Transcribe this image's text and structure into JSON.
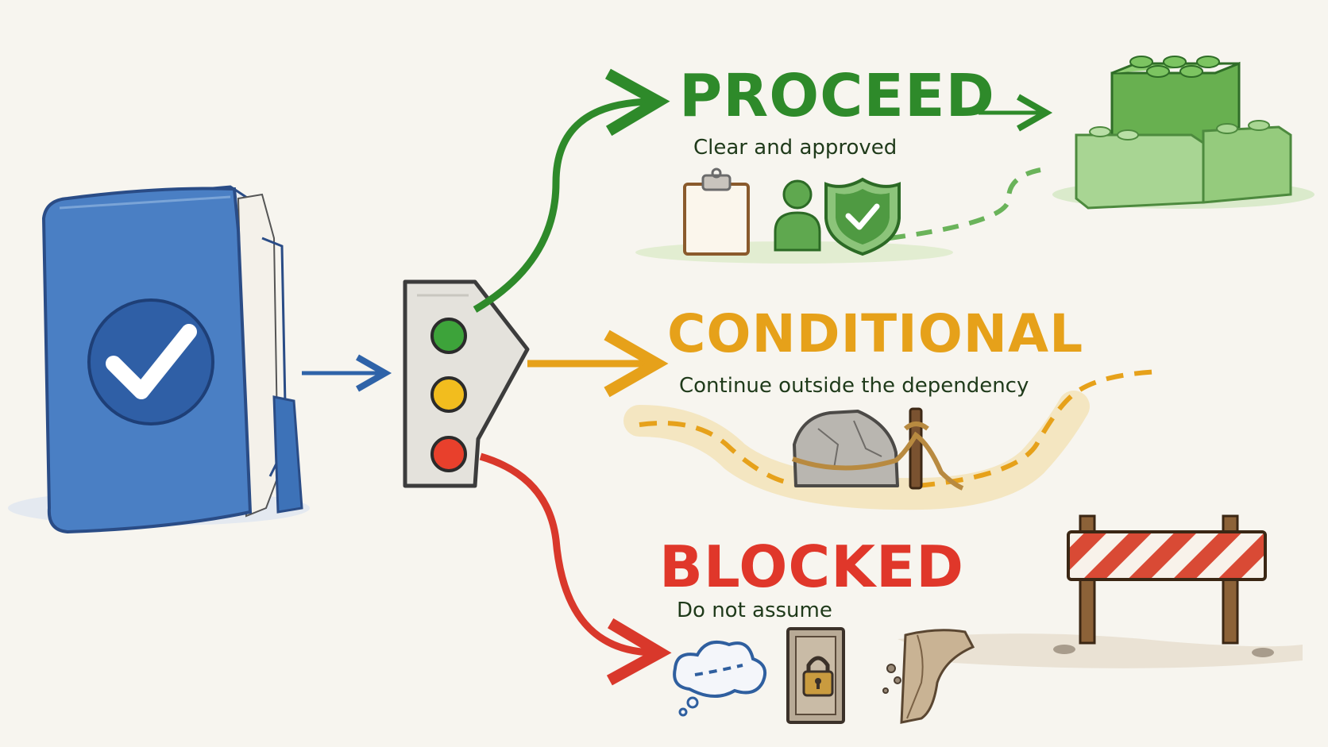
{
  "outcomes": {
    "proceed": {
      "title": "PROCEED",
      "subtitle": "Clear and approved",
      "color": "#2e8a2a"
    },
    "conditional": {
      "title": "CONDITIONAL",
      "subtitle": "Continue outside the dependency",
      "color": "#e6a11a"
    },
    "blocked": {
      "title": "BLOCKED",
      "subtitle": "Do not assume",
      "color": "#e0372a"
    }
  },
  "icons": {
    "source": "checked-folder-icon",
    "gate": "traffic-light-icon",
    "proceed_items": [
      "clipboard-icon",
      "person-icon",
      "shield-check-icon",
      "building-blocks-icon"
    ],
    "conditional_items": [
      "roped-rock-icon",
      "dashed-path-icon"
    ],
    "blocked_items": [
      "thought-cloud-icon",
      "locked-door-icon",
      "crumbling-cliff-icon",
      "barrier-icon"
    ]
  },
  "colors": {
    "folder": "#3d72b8",
    "arrow_blue": "#2f63a8",
    "background": "#f7f5ef"
  }
}
